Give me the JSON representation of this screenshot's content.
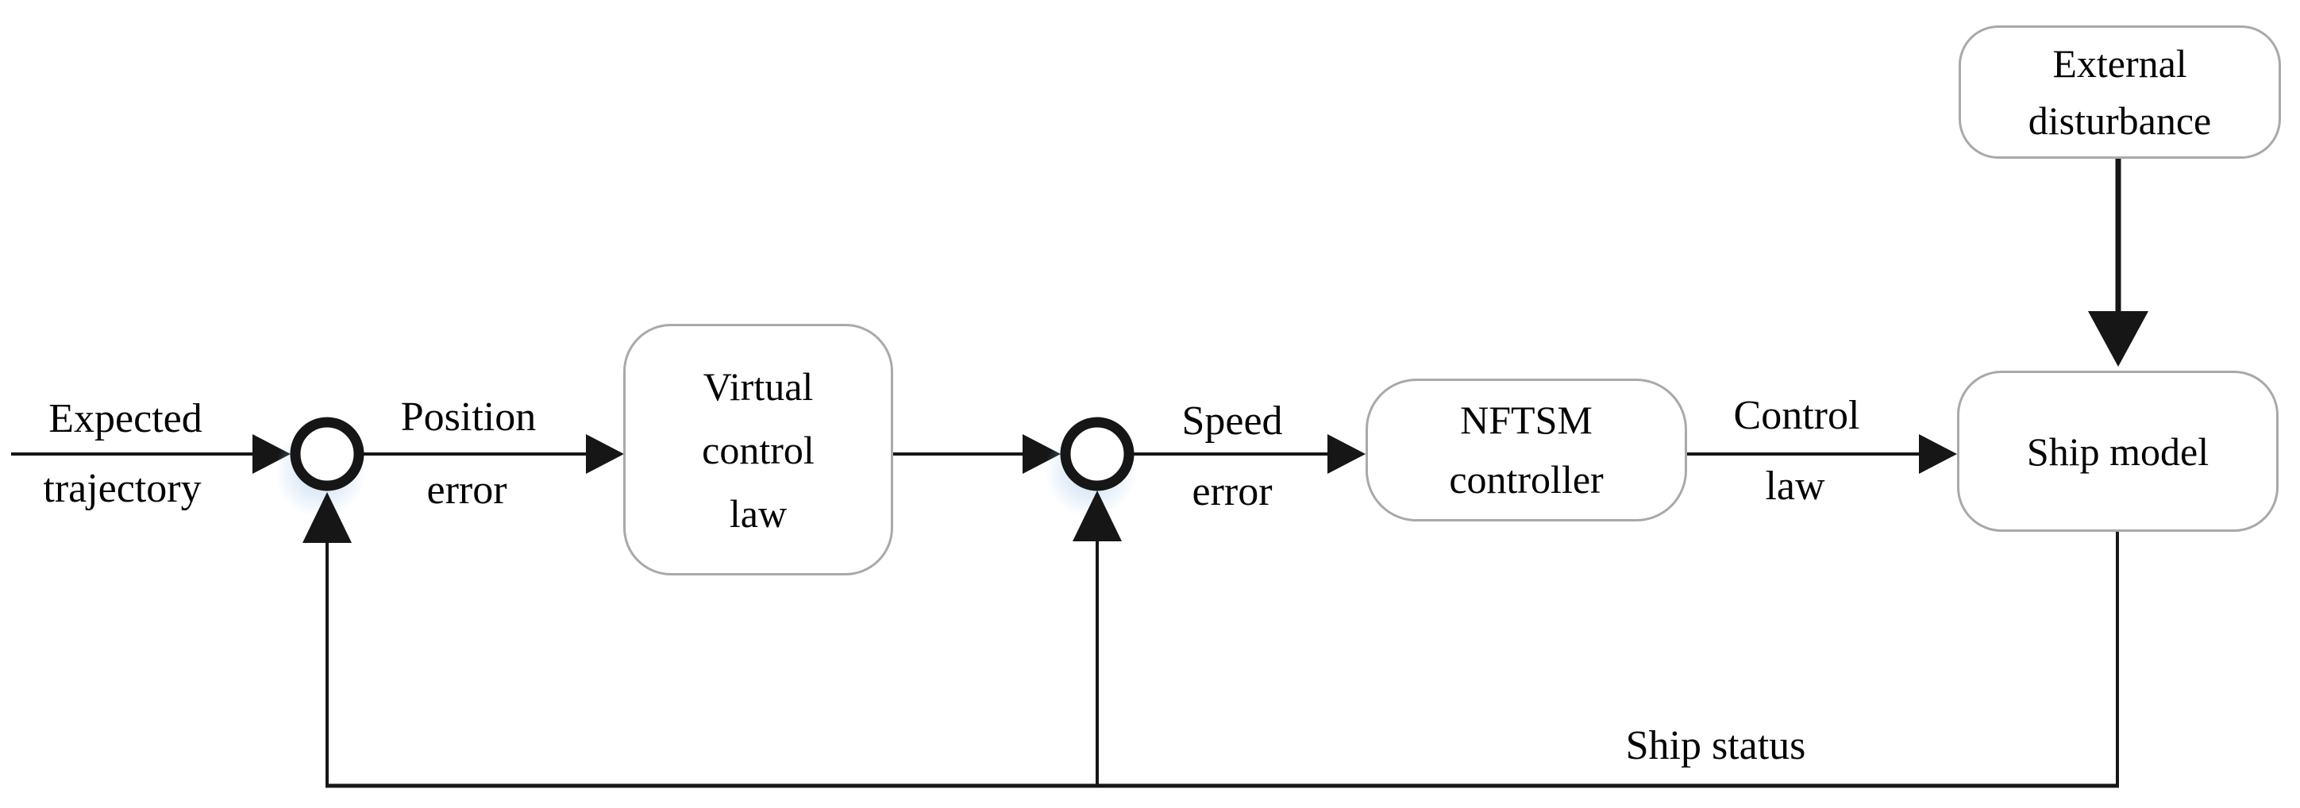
{
  "figure": {
    "type": "control-system-block-diagram",
    "description_visible_only": "feedback control loop diagram"
  },
  "boxes": {
    "virtual_control_law": {
      "line1": "Virtual",
      "line2": "control",
      "line3": "law"
    },
    "nftsm_controller": {
      "line1": "NFTSM",
      "line2": "controller"
    },
    "ship_model": {
      "line1": "Ship model"
    },
    "external_disturbance": {
      "line1": "External",
      "line2": "disturbance"
    }
  },
  "edge_labels": {
    "expected_trajectory": {
      "line1": "Expected",
      "line2": "trajectory"
    },
    "position_error": {
      "line1": "Position",
      "line2": "error"
    },
    "speed_error": {
      "line1": "Speed",
      "line2": "error"
    },
    "control_law": {
      "line1": "Control",
      "line2": "law"
    },
    "ship_status": {
      "text": "Ship status"
    }
  },
  "nodes": {
    "summing_junctions": [
      "summing-junction-1",
      "summing-junction-2"
    ]
  },
  "colors": {
    "line": "#161616",
    "box_border": "#a9a9a9",
    "box_fill": "#ffffff",
    "text": "#040404",
    "junction_glow": "#b9d3ee"
  }
}
